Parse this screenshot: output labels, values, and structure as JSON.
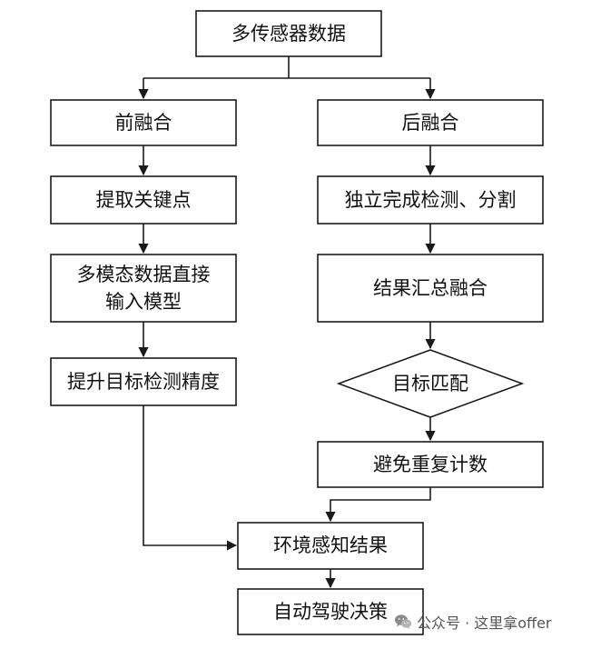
{
  "nodes": {
    "multi_sensor_data": [
      "多传感器数据"
    ],
    "early_fusion": [
      "前融合"
    ],
    "late_fusion": [
      "后融合"
    ],
    "extract_keypoints": [
      "提取关键点"
    ],
    "multimodal_input": [
      "多模态数据直接",
      "输入模型"
    ],
    "independent_detection": [
      "独立完成检测、分割"
    ],
    "improve_accuracy": [
      "提升目标检测精度"
    ],
    "result_aggregation": [
      "结果汇总融合"
    ],
    "target_matching": [
      "目标匹配"
    ],
    "avoid_double_count": [
      "避免重复计数"
    ],
    "env_perception": [
      "环境感知结果"
    ],
    "autonomous_decision": [
      "自动驾驶决策"
    ]
  },
  "watermark": {
    "icon": "wechat-icon",
    "text": "公众号 · 这里拿offer"
  },
  "colors": {
    "line": "#1a1a1a",
    "text": "#111111",
    "watermark": "#555555"
  }
}
